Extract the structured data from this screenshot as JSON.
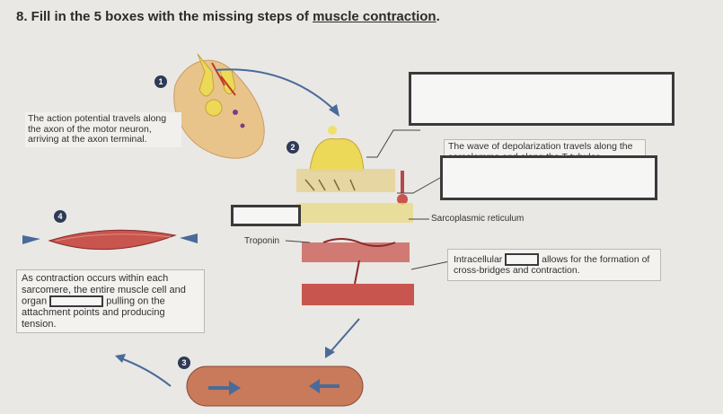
{
  "title": {
    "prefix": "8. Fill in the 5 boxes with the missing steps of ",
    "underlined": "muscle contraction",
    "suffix": "."
  },
  "steps": [
    {
      "number": "1",
      "text": "The action potential travels along the axon of the motor neuron, arriving at the axon terminal."
    },
    {
      "number": "2",
      "text": "The wave of depolarization travels along the sarcolemma and along the T-tubules."
    },
    {
      "number": "3",
      "text": ""
    },
    {
      "number": "4",
      "text": ""
    }
  ],
  "intracellular": {
    "before": "Intracellular",
    "after": "allows for the formation of cross-bridges and contraction."
  },
  "contraction_text": {
    "before": "As contraction occurs within each sarcomere, the entire muscle cell and organ",
    "after": "pulling on the attachment points and producing tension."
  },
  "labels": {
    "sarcoplasmic": "Sarcoplasmic reticulum",
    "troponin": "Troponin"
  },
  "colors": {
    "neuron": "#e8c48a",
    "vesicle": "#ecd957",
    "muscle": "#c8564e",
    "reticulum": "#e6d49a",
    "badge": "#2f3a57",
    "arrow": "#4a6a9a"
  }
}
